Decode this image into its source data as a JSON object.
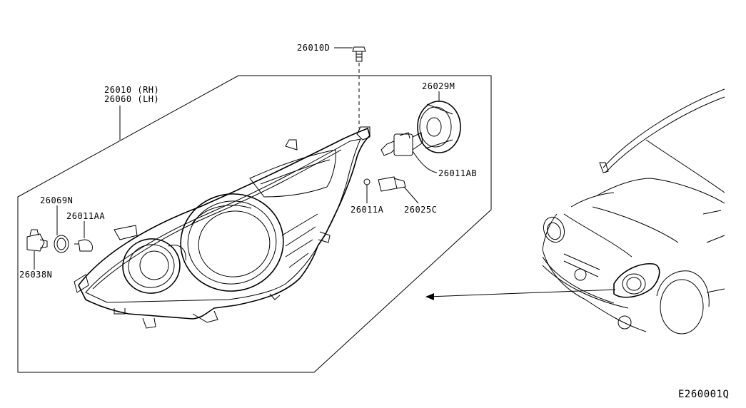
{
  "diagram": {
    "labels": {
      "clip_bolt": "26010D",
      "headlamp_rh": "26010 (RH)",
      "headlamp_lh": "26060 (LH)",
      "cap": "26029M",
      "bulb_main": "26011AB",
      "bulb_small": "26011A",
      "socket_small": "26025C",
      "seal": "26069N",
      "bulb_side": "26011AA",
      "socket_side": "26038N"
    },
    "code": "E260001Q"
  }
}
